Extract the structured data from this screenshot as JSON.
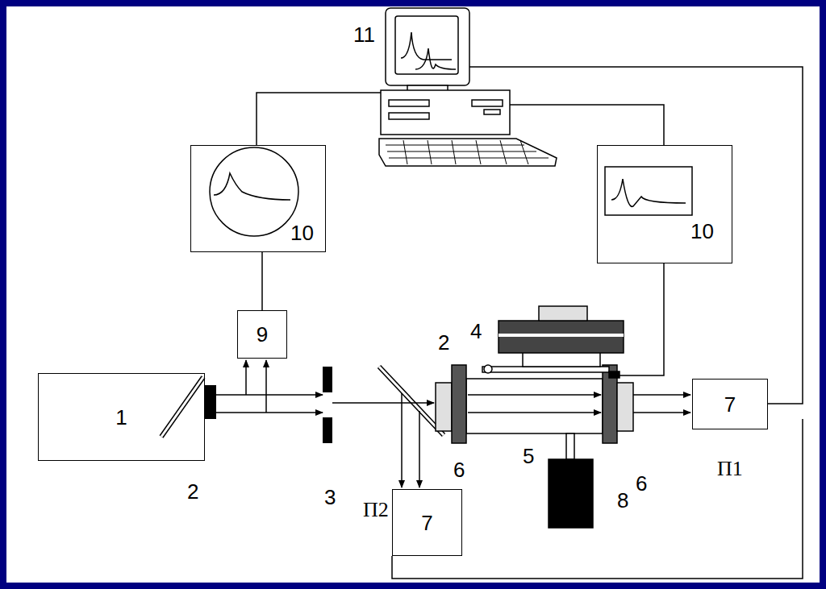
{
  "diagram": {
    "nodes": [
      {
        "text": [
          "10"
        ]
      },
      {
        "text": [
          "10"
        ]
      },
      {
        "text": [
          "9"
        ]
      },
      {
        "text": [
          "1"
        ]
      },
      {
        "text": [
          "7",
          "П1"
        ]
      },
      {
        "text": [
          "7",
          "П2"
        ]
      }
    ],
    "edges": [
      {
        "from": 2,
        "to": 0,
        "arrow": "none"
      }
    ],
    "labels": [
      "11",
      "4",
      "2",
      "2",
      "3",
      "6",
      "5",
      "6",
      "8"
    ]
  }
}
